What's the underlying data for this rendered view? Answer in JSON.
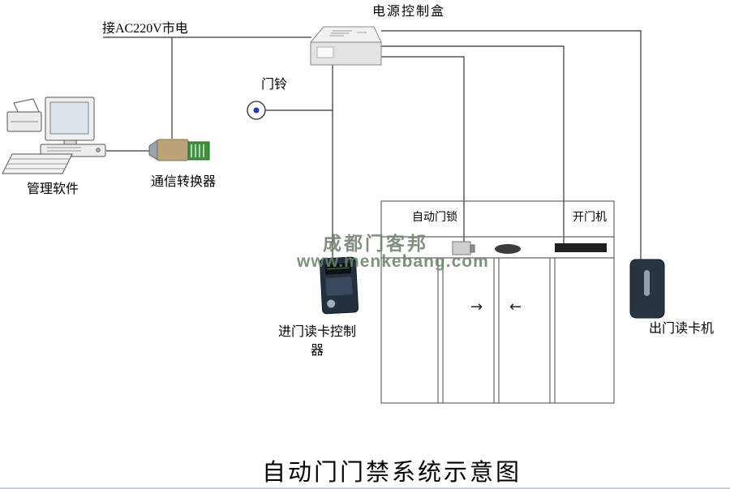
{
  "diagram": {
    "title": "自动门门禁系统示意图",
    "watermark": {
      "line1": "成都门客邦",
      "line2": "www.menkebang.com"
    },
    "labels": {
      "power_box": "电源控制盒",
      "ac_mains": "接AC220V市电",
      "doorbell": "门铃",
      "management_software": "管理软件",
      "comm_converter": "通信转换器",
      "auto_door_lock": "自动门锁",
      "door_opener": "开门机",
      "entry_card_controller": "进门读卡控制器",
      "exit_card_reader": "出门读卡机"
    },
    "arrows": {
      "slide_right": "→",
      "slide_left": "←"
    },
    "colors": {
      "line": "#333333",
      "frame": "#666666",
      "device_dark": "#25303e",
      "doorbell_dot": "#2438b8",
      "terminal_green": "#3e8f3e",
      "watermark": "#708070"
    }
  }
}
